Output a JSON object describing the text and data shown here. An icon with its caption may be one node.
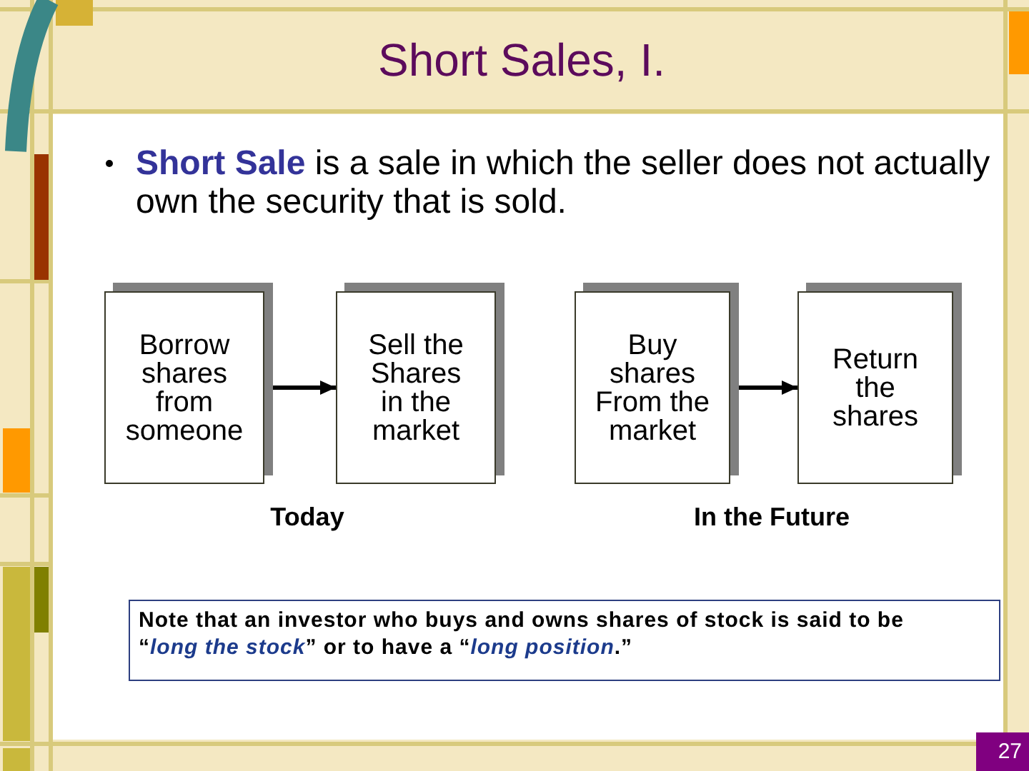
{
  "diagram": {
    "title": "Short Sales, I.",
    "nodes": [
      {
        "text": [
          "Borrow shares from someone"
        ]
      },
      {
        "text": [
          "Sell the Shares in the market"
        ]
      },
      {
        "text": [
          "Buy shares From the market"
        ]
      },
      {
        "text": [
          "Return the shares"
        ]
      },
      {
        "text": [
          "Note that an investor who buys and owns shares of stock is said to be “*long the stock*” or to have a “*long position*.”"
        ]
      }
    ],
    "edges": [
      {
        "from": 0,
        "to": 1,
        "arrow": "to"
      },
      {
        "from": 2,
        "to": 3,
        "arrow": "to"
      }
    ],
    "labels": [
      "**Short Sale** is a sale in which the seller does not actually own the security that is sold.",
      "Today",
      "In the Future",
      "27"
    ]
  }
}
